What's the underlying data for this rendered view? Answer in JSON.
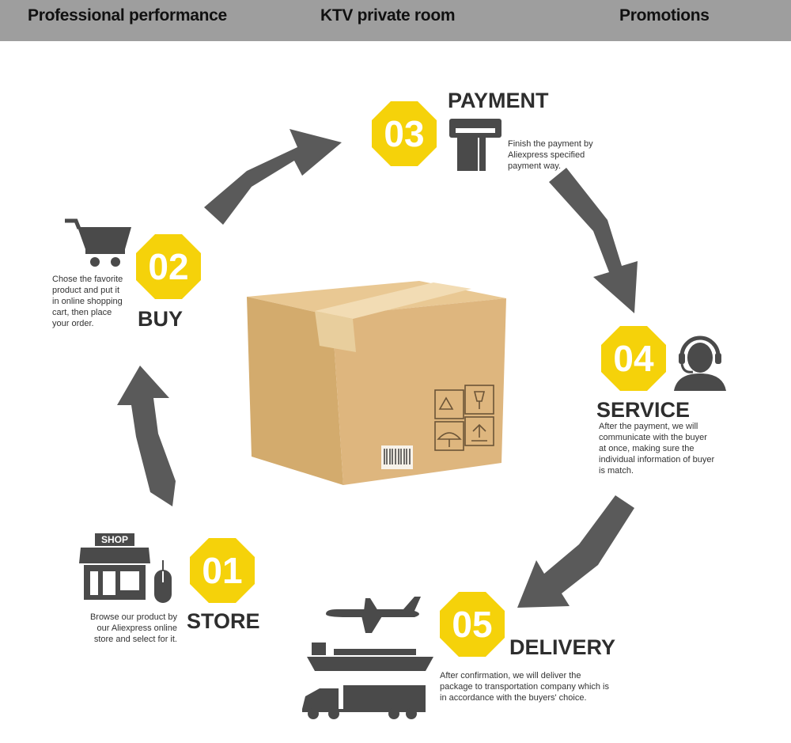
{
  "tabs": [
    {
      "label": "Professional performance"
    },
    {
      "label": "KTV private room"
    },
    {
      "label": "Promotions"
    }
  ],
  "colors": {
    "accent": "#f5d20a",
    "topbar": "#9e9e9e",
    "arrow": "#5a5a5a",
    "icon": "#4a4a4a"
  },
  "steps": [
    {
      "number": "01",
      "title": "STORE",
      "lines": [
        "Browse our product by",
        "our Aliexpress online",
        "store and select for it."
      ],
      "icon": "shop-icon",
      "shop_sign": "SHOP"
    },
    {
      "number": "02",
      "title": "BUY",
      "lines": [
        "Chose the favorite",
        "product and put it",
        "in online shopping",
        "cart, then place",
        "your order."
      ],
      "icon": "shopping-cart-icon"
    },
    {
      "number": "03",
      "title": "PAYMENT",
      "lines": [
        "Finish the payment by",
        "Aliexpress specified",
        "payment way."
      ],
      "icon": "card-payment-icon"
    },
    {
      "number": "04",
      "title": "SERVICE",
      "lines": [
        "After the payment, we will",
        "communicate with the buyer",
        "at once, making sure the",
        "individual information of buyer",
        "is match."
      ],
      "icon": "customer-service-icon"
    },
    {
      "number": "05",
      "title": "DELIVERY",
      "lines": [
        "After confirmation, we will deliver the",
        "package to transportation company which is",
        "in accordance with the buyers' choice."
      ],
      "icon": "transport-icon"
    }
  ]
}
